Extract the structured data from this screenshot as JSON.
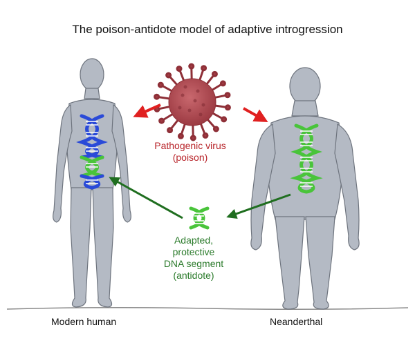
{
  "title": "The poison-antidote model of adaptive introgression",
  "virus": {
    "label_line1": "Pathogenic virus",
    "label_line2": "(poison)",
    "color": "#b8242a"
  },
  "antidote": {
    "label_line1": "Adapted,",
    "label_line2": "protective",
    "label_line3": "DNA segment",
    "label_line4": "(antidote)",
    "color": "#2a7a2a"
  },
  "figures": {
    "human_label": "Modern human",
    "neanderthal_label": "Neanderthal"
  },
  "colors": {
    "body_fill": "#b4bac4",
    "body_stroke": "#6e747e",
    "virus_fill": "#b24a52",
    "dna_blue": "#2a4ad8",
    "dna_green": "#49c43a",
    "arrow_red": "#e02020",
    "arrow_green": "#1f6e1f"
  }
}
